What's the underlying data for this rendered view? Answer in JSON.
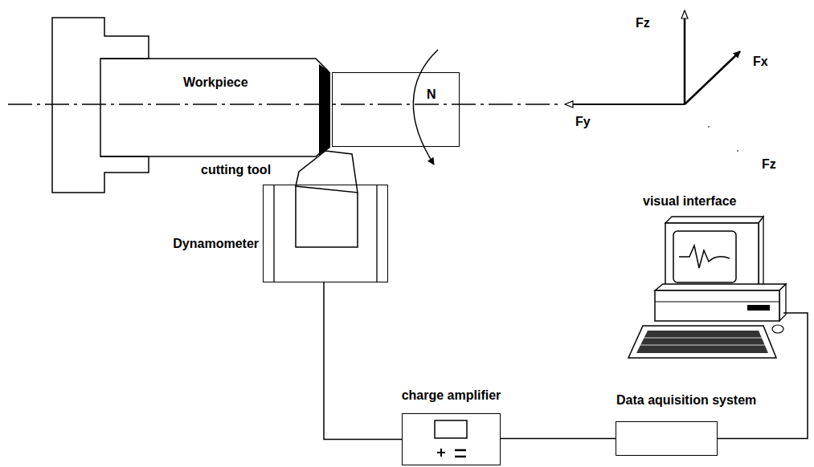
{
  "diagram": {
    "nodes": [
      {
        "text": [
          "Workpiece"
        ]
      },
      {
        "text": [
          "N"
        ]
      },
      {
        "text": [
          "Dynamometer"
        ]
      },
      {
        "text": [
          "visual interface"
        ]
      },
      {
        "text": [
          "charge amplifier"
        ]
      },
      {
        "text": [
          "Data aquisition system"
        ]
      }
    ],
    "edges": [
      {
        "from": 2,
        "to": 4,
        "arrow": "none"
      },
      {
        "from": 4,
        "to": 5,
        "arrow": "none"
      },
      {
        "from": 5,
        "to": 3,
        "arrow": "none"
      }
    ],
    "labels": [
      "cutting tool",
      "Fz",
      "Fx",
      "Fy",
      "Fz"
    ]
  }
}
